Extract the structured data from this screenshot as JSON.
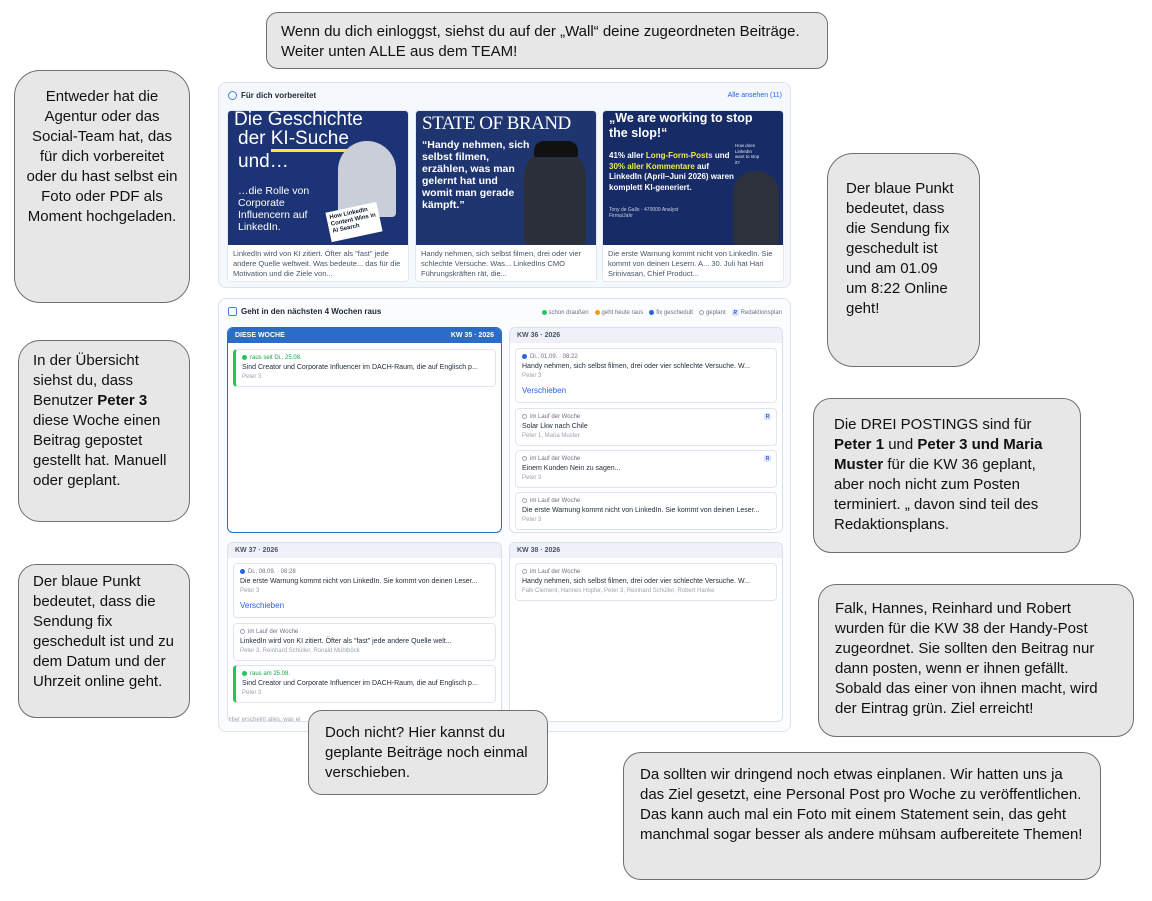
{
  "callouts": {
    "top": "Wenn du dich einloggst, siehst du auf der „Wall“ deine zugeordneten Beiträge. Weiter unten ALLE aus dem TEAM!",
    "left1": "Entweder hat die Agentur oder das Social-Team hat, das für dich vorbereitet oder du hast selbst ein Foto oder PDF als Moment hochgeladen.",
    "left2": {
      "pre": "In der Übersicht siehst du, dass Benutzer ",
      "bold": "Peter 3",
      "post": " diese Woche einen Beitrag gepostet gestellt hat. Manuell oder geplant."
    },
    "left3": "Der blaue Punkt bedeutet, dass die Sendung fix geschedult ist und zu dem Datum und der Uhrzeit online geht.",
    "right1": "Der blaue Punkt bedeutet, dass die Sendung fix geschedult ist und am 01.09 um 8:22 Online geht!",
    "right2": {
      "pre": "Die DREI POSTINGS sind für ",
      "b1": "Peter 1",
      "mid": " und ",
      "b2": "Peter 3 und Maria Muster",
      "post": " für die KW 36 geplant, aber noch nicht zum Posten terminiert. „ davon sind teil des Redaktionsplans."
    },
    "right3": "Falk, Hannes, Reinhard und Robert wurden für die KW 38 der Handy-Post zugeordnet. Sie sollten den Beitrag nur dann posten, wenn er ihnen gefällt. Sobald das einer von ihnen macht, wird der Eintrag grün. Ziel erreicht!",
    "bot1": "Doch nicht? Hier kannst du geplante Beiträge noch einmal verschieben.",
    "bot2": "Da sollten wir dringend noch etwas einplanen. Wir hatten uns ja das Ziel gesetzt, eine Personal Post pro Woche zu veröffentlichen. Das kann auch mal ein Foto mit einem Statement sein, das geht manchmal sogar besser als andere mühsam aufbereitete Themen!"
  },
  "prepared": {
    "title": "Für dich vorbereitet",
    "link": "Alle ansehen (11)",
    "cards": [
      {
        "h1": "Die Geschichte",
        "h2a": "der ",
        "h2b": "KI-Suche",
        "h3": "und…",
        "sub": "…die Rolle von Corporate Influencern auf LinkedIn.",
        "book": "How LinkedIn Content Wins in AI Search",
        "caption": "LinkedIn wird von KI zitiert. Öfter als \"fast\" jede andere Quelle weltweit. Was bedeute... das für die Motivation und die Ziele von..."
      },
      {
        "h1": "STATE OF BRAND",
        "quote": "“Handy nehmen, sich selbst filmen, erzählen, was man gelernt hat und womit man gerade kämpft.”",
        "caption": "Handy nehmen, sich selbst filmen, drei oder vier schlechte Versuche. Was... LinkedIns CMO Führungskräften rät, die..."
      },
      {
        "h1": "„We are working to stop the slop!“",
        "s1": "41% aller ",
        "s1y": "Long-Form-Posts",
        "s2": " und ",
        "s2y": "30% aller Kommentare",
        "s3": " auf LinkedIn (April–Juni 2026) waren komplett KI-generiert.",
        "small": "Tony de Gallo · 470000 Analyst Firma/Jahr",
        "note": "How does LinkedIn want to stop it?",
        "caption": "Die erste Warnung kommt nicht von LinkedIn. Sie kommt von deinen Lesern. A... 30. Juli hat Hari Srinivasan, Chief Product..."
      }
    ]
  },
  "schedule": {
    "title": "Geht in den nächsten 4 Wochen raus",
    "legend": [
      "schon draußen",
      "geht heute raus",
      "fix geschedult",
      "geplant",
      "Redaktionsplan"
    ],
    "legend_badge": "R",
    "colors": {
      "green": "#22c55e",
      "orange": "#f59e0b",
      "blue": "#2563eb"
    },
    "weeks": {
      "w35": {
        "label": "DIESE WOCHE",
        "kw": "KW 35 · 2026",
        "posts": [
          {
            "meta": "raus seit Di., 25.08.",
            "title": "Sind Creator und Corporate Influencer im DACH-Raum, die auf Englisch p...",
            "who": "Peter 3"
          }
        ]
      },
      "w36": {
        "label": "KW 36 · 2026",
        "posts": [
          {
            "meta": "Di., 01.09. · 08:22",
            "title": "Handy nehmen, sich selbst filmen, drei oder vier schlechte Versuche. W...",
            "who": "Peter 3",
            "btn": "Verschieben"
          },
          {
            "meta": "im Lauf der Woche",
            "title": "Solar Lkw nach Chile",
            "who": "Peter 1, Maria Muster",
            "badge": "R"
          },
          {
            "meta": "im Lauf der Woche",
            "title": "Einem Kunden Nein zu sagen...",
            "who": "Peter 3",
            "badge": "R"
          },
          {
            "meta": "im Lauf der Woche",
            "title": "Die erste Warnung kommt nicht von LinkedIn. Sie kommt von deinen Leser...",
            "who": "Peter 3"
          }
        ]
      },
      "w37": {
        "label": "KW 37 · 2026",
        "posts": [
          {
            "meta": "Di., 08.09. · 08:28",
            "title": "Die erste Warnung kommt nicht von LinkedIn. Sie kommt von deinen Leser...",
            "who": "Peter 3",
            "btn": "Verschieben"
          },
          {
            "meta": "im Lauf der Woche",
            "title": "LinkedIn wird von KI zitiert. Öfter als \"fast\" jede andere Quelle welt...",
            "who": "Peter 3, Reinhard Schüller, Ronald Mühlböck"
          },
          {
            "meta": "raus am 25.08.",
            "title": "Sind Creator und Corporate Influencer im DACH-Raum, die auf Englisch p...",
            "who": "Peter 3"
          }
        ]
      },
      "w38": {
        "label": "KW 38 · 2026",
        "posts": [
          {
            "meta": "im Lauf der Woche",
            "title": "Handy nehmen, sich selbst filmen, drei oder vier schlechte Versuche. W...",
            "who": "Falk Clement, Hannes Hopfer, Peter 3, Reinhard Schüller, Robert Hanke"
          }
        ]
      }
    },
    "footer": "Hier erscheint alles, was ei                                                               uso wie frei geplante Momente."
  }
}
